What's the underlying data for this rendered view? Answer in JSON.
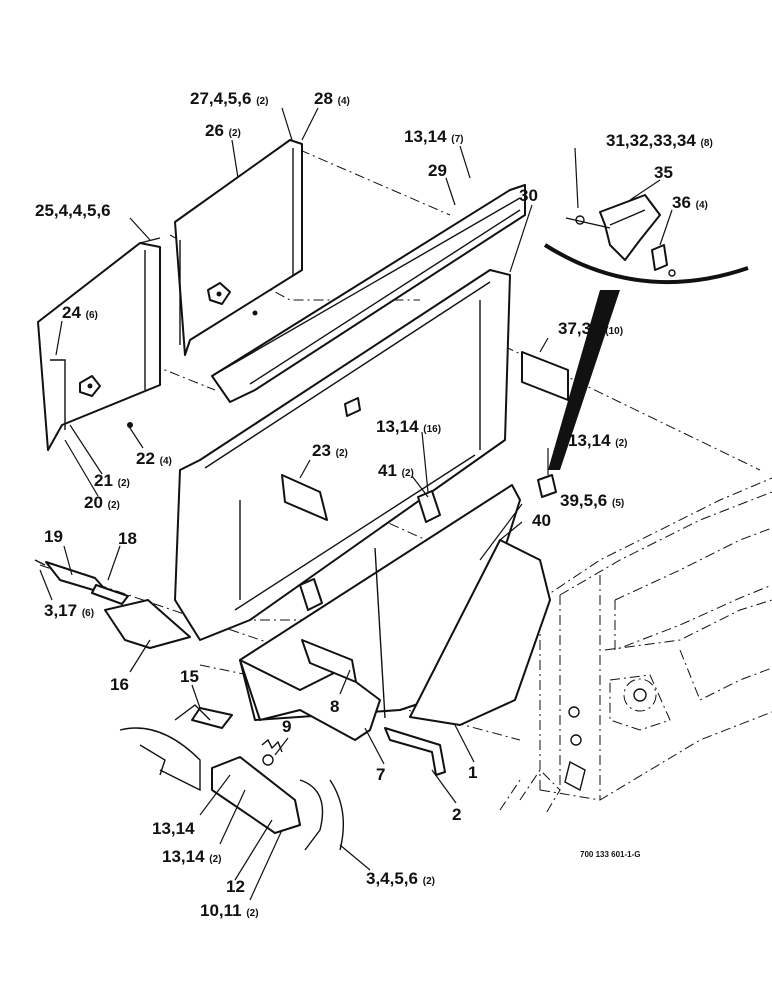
{
  "drawing_code": "700 133 601-1-G",
  "labels": [
    {
      "text": "27,4,5,6",
      "qty": "(2)"
    },
    {
      "text": "28",
      "qty": "(4)"
    },
    {
      "text": "26",
      "qty": "(2)"
    },
    {
      "text": "13,14",
      "qty": "(7)"
    },
    {
      "text": "29",
      "qty": ""
    },
    {
      "text": "30",
      "qty": ""
    },
    {
      "text": "31,32,33,34",
      "qty": "(8)"
    },
    {
      "text": "35",
      "qty": ""
    },
    {
      "text": "36",
      "qty": "(4)"
    },
    {
      "text": "25,4,4,5,6",
      "qty": ""
    },
    {
      "text": "24",
      "qty": "(6)"
    },
    {
      "text": "37,38",
      "qty": "(10)"
    },
    {
      "text": "13,14",
      "qty": "(16)"
    },
    {
      "text": "13,14",
      "qty": "(2)"
    },
    {
      "text": "22",
      "qty": "(4)"
    },
    {
      "text": "23",
      "qty": "(2)"
    },
    {
      "text": "41",
      "qty": "(2)"
    },
    {
      "text": "21",
      "qty": "(2)"
    },
    {
      "text": "20",
      "qty": "(2)"
    },
    {
      "text": "39,5,6",
      "qty": "(5)"
    },
    {
      "text": "40",
      "qty": ""
    },
    {
      "text": "19",
      "qty": ""
    },
    {
      "text": "18",
      "qty": ""
    },
    {
      "text": "3,17",
      "qty": "(6)"
    },
    {
      "text": "16",
      "qty": ""
    },
    {
      "text": "15",
      "qty": ""
    },
    {
      "text": "9",
      "qty": ""
    },
    {
      "text": "8",
      "qty": ""
    },
    {
      "text": "7",
      "qty": ""
    },
    {
      "text": "1",
      "qty": ""
    },
    {
      "text": "2",
      "qty": ""
    },
    {
      "text": "13,14",
      "qty": ""
    },
    {
      "text": "13,14",
      "qty": "(2)"
    },
    {
      "text": "12",
      "qty": ""
    },
    {
      "text": "10,11",
      "qty": "(2)"
    },
    {
      "text": "3,4,5,6",
      "qty": "(2)"
    }
  ]
}
